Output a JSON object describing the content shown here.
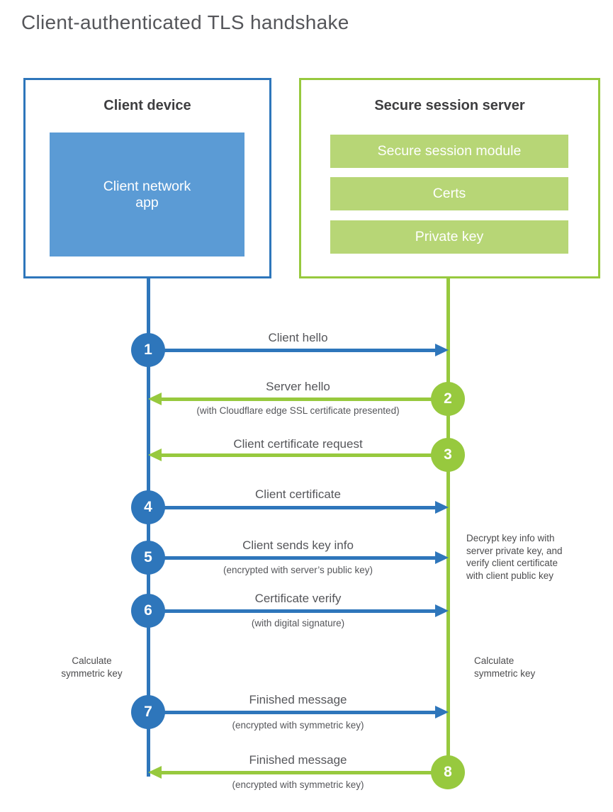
{
  "title": "Client-authenticated TLS handshake",
  "colors": {
    "blue": "#2e76bb",
    "blue_fill": "#5b9bd5",
    "green": "#97c93e",
    "green_fill": "#b7d676",
    "heading_text": "#3e3e40",
    "label_text": "#55565a"
  },
  "client": {
    "title": "Client device",
    "app_label": "Client network\napp"
  },
  "server": {
    "title": "Secure session server",
    "modules": [
      "Secure session module",
      "Certs",
      "Private key"
    ]
  },
  "steps": [
    {
      "num": "1",
      "label": "Client hello",
      "sublabel": "",
      "direction": "right",
      "color": "blue"
    },
    {
      "num": "2",
      "label": "Server hello",
      "sublabel": "(with Cloudflare edge SSL certificate presented)",
      "direction": "left",
      "color": "green"
    },
    {
      "num": "3",
      "label": "Client certificate request",
      "sublabel": "",
      "direction": "left",
      "color": "green"
    },
    {
      "num": "4",
      "label": "Client certificate",
      "sublabel": "",
      "direction": "right",
      "color": "blue"
    },
    {
      "num": "5",
      "label": "Client sends key info",
      "sublabel": "(encrypted with server’s public key)",
      "direction": "right",
      "color": "blue"
    },
    {
      "num": "6",
      "label": "Certificate verify",
      "sublabel": "(with digital signature)",
      "direction": "right",
      "color": "blue"
    },
    {
      "num": "7",
      "label": "Finished message",
      "sublabel": "(encrypted with symmetric key)",
      "direction": "right",
      "color": "blue"
    },
    {
      "num": "8",
      "label": "Finished message",
      "sublabel": "(encrypted with symmetric key)",
      "direction": "left",
      "color": "green"
    }
  ],
  "notes": {
    "decrypt": "Decrypt key info with\nserver private key, and\nverify client certificate\nwith client public key",
    "calc_left": "Calculate\nsymmetric key",
    "calc_right": "Calculate\nsymmetric key"
  }
}
